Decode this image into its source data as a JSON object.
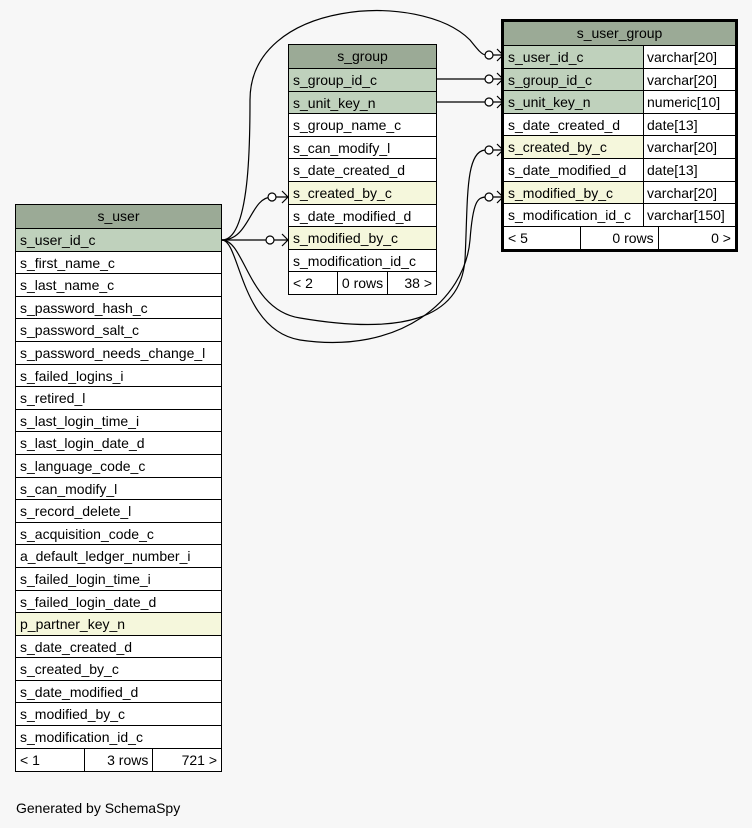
{
  "tables": {
    "s_user": {
      "name": "s_user",
      "columns": [
        "s_user_id_c",
        "s_first_name_c",
        "s_last_name_c",
        "s_password_hash_c",
        "s_password_salt_c",
        "s_password_needs_change_l",
        "s_failed_logins_i",
        "s_retired_l",
        "s_last_login_time_i",
        "s_last_login_date_d",
        "s_language_code_c",
        "s_can_modify_l",
        "s_record_delete_l",
        "s_acquisition_code_c",
        "a_default_ledger_number_i",
        "s_failed_login_time_i",
        "s_failed_login_date_d",
        "p_partner_key_n",
        "s_date_created_d",
        "s_created_by_c",
        "s_date_modified_d",
        "s_modified_by_c",
        "s_modification_id_c"
      ],
      "footer": {
        "parents": "< 1",
        "rows": "3 rows",
        "children": "721 >"
      }
    },
    "s_group": {
      "name": "s_group",
      "columns": [
        "s_group_id_c",
        "s_unit_key_n",
        "s_group_name_c",
        "s_can_modify_l",
        "s_date_created_d",
        "s_created_by_c",
        "s_date_modified_d",
        "s_modified_by_c",
        "s_modification_id_c"
      ],
      "footer": {
        "parents": "< 2",
        "rows": "0 rows",
        "children": "38 >"
      }
    },
    "s_user_group": {
      "name": "s_user_group",
      "columns": [
        {
          "name": "s_user_id_c",
          "type": "varchar[20]"
        },
        {
          "name": "s_group_id_c",
          "type": "varchar[20]"
        },
        {
          "name": "s_unit_key_n",
          "type": "numeric[10]"
        },
        {
          "name": "s_date_created_d",
          "type": "date[13]"
        },
        {
          "name": "s_created_by_c",
          "type": "varchar[20]"
        },
        {
          "name": "s_date_modified_d",
          "type": "date[13]"
        },
        {
          "name": "s_modified_by_c",
          "type": "varchar[20]"
        },
        {
          "name": "s_modification_id_c",
          "type": "varchar[150]"
        }
      ],
      "footer": {
        "parents": "< 5",
        "rows": "0 rows",
        "children": "0 >"
      }
    }
  },
  "footer_text": "Generated by SchemaSpy"
}
